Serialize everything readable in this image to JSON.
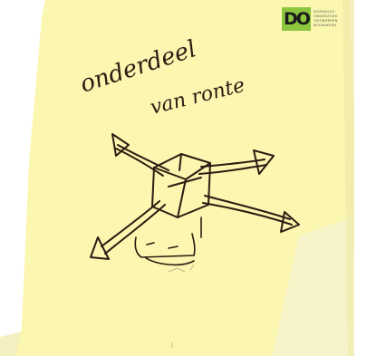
{
  "note": {
    "handwriting_line1": "onderdeel",
    "handwriting_line2": "van ronte"
  },
  "logo": {
    "mark": "DO",
    "tagline": [
      "DOMINGUS",
      "ONDERZOEK",
      "ONTWERPEN",
      "BOUWWERK"
    ]
  },
  "colors": {
    "paper": "#fbf6b0",
    "paper_lower": "#f7f3c6",
    "ink": "#2a1c12",
    "logo_green": "#8cc63f",
    "background": "#ffffff"
  }
}
